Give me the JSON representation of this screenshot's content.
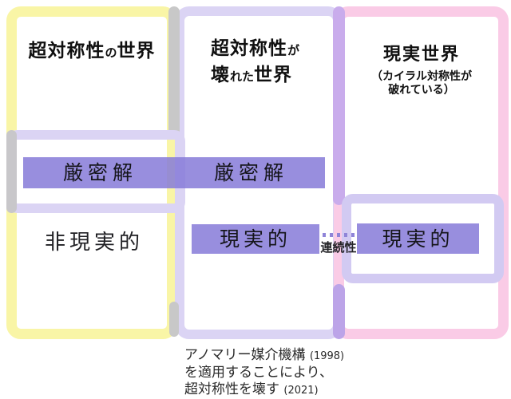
{
  "colors": {
    "left_world_border": "#F9F5A6",
    "broken_world_border": "#DBD4F4",
    "broken_world_left_edge": "#C8C8C8",
    "real_world_border": "#FACBE6",
    "mid_right_divider": "#C9ACEC",
    "inner_region_border": "#D2CAF2",
    "band_fill": "#9E94E1",
    "continuity_dots": "#8F84D8",
    "text": "#1a1a1a"
  },
  "left_world": {
    "title_parts": [
      {
        "t": "超対称性"
      },
      {
        "t": "の"
      },
      {
        "t": "世界"
      }
    ],
    "exact_label": "厳密解",
    "reality_label": "非現実的"
  },
  "broken_world": {
    "title_line1_parts": [
      {
        "t": "超対称性"
      },
      {
        "t": "が"
      }
    ],
    "title_line2_parts": [
      {
        "t": "壊"
      },
      {
        "t": "れた"
      },
      {
        "t": "世界"
      }
    ],
    "exact_label": "厳密解",
    "reality_label": "現実的"
  },
  "real_world": {
    "title": "現実世界",
    "subtitle_line1": "（カイラル対称性が",
    "subtitle_line2": "破れている）",
    "reality_label": "現実的"
  },
  "connector": {
    "label": "連続性"
  },
  "caption": {
    "line1": "アノマリー媒介機構",
    "line1_year": "(1998)",
    "line2": "を適用することにより、",
    "line3": "超対称性を壊す",
    "line3_year": "(2021)"
  }
}
